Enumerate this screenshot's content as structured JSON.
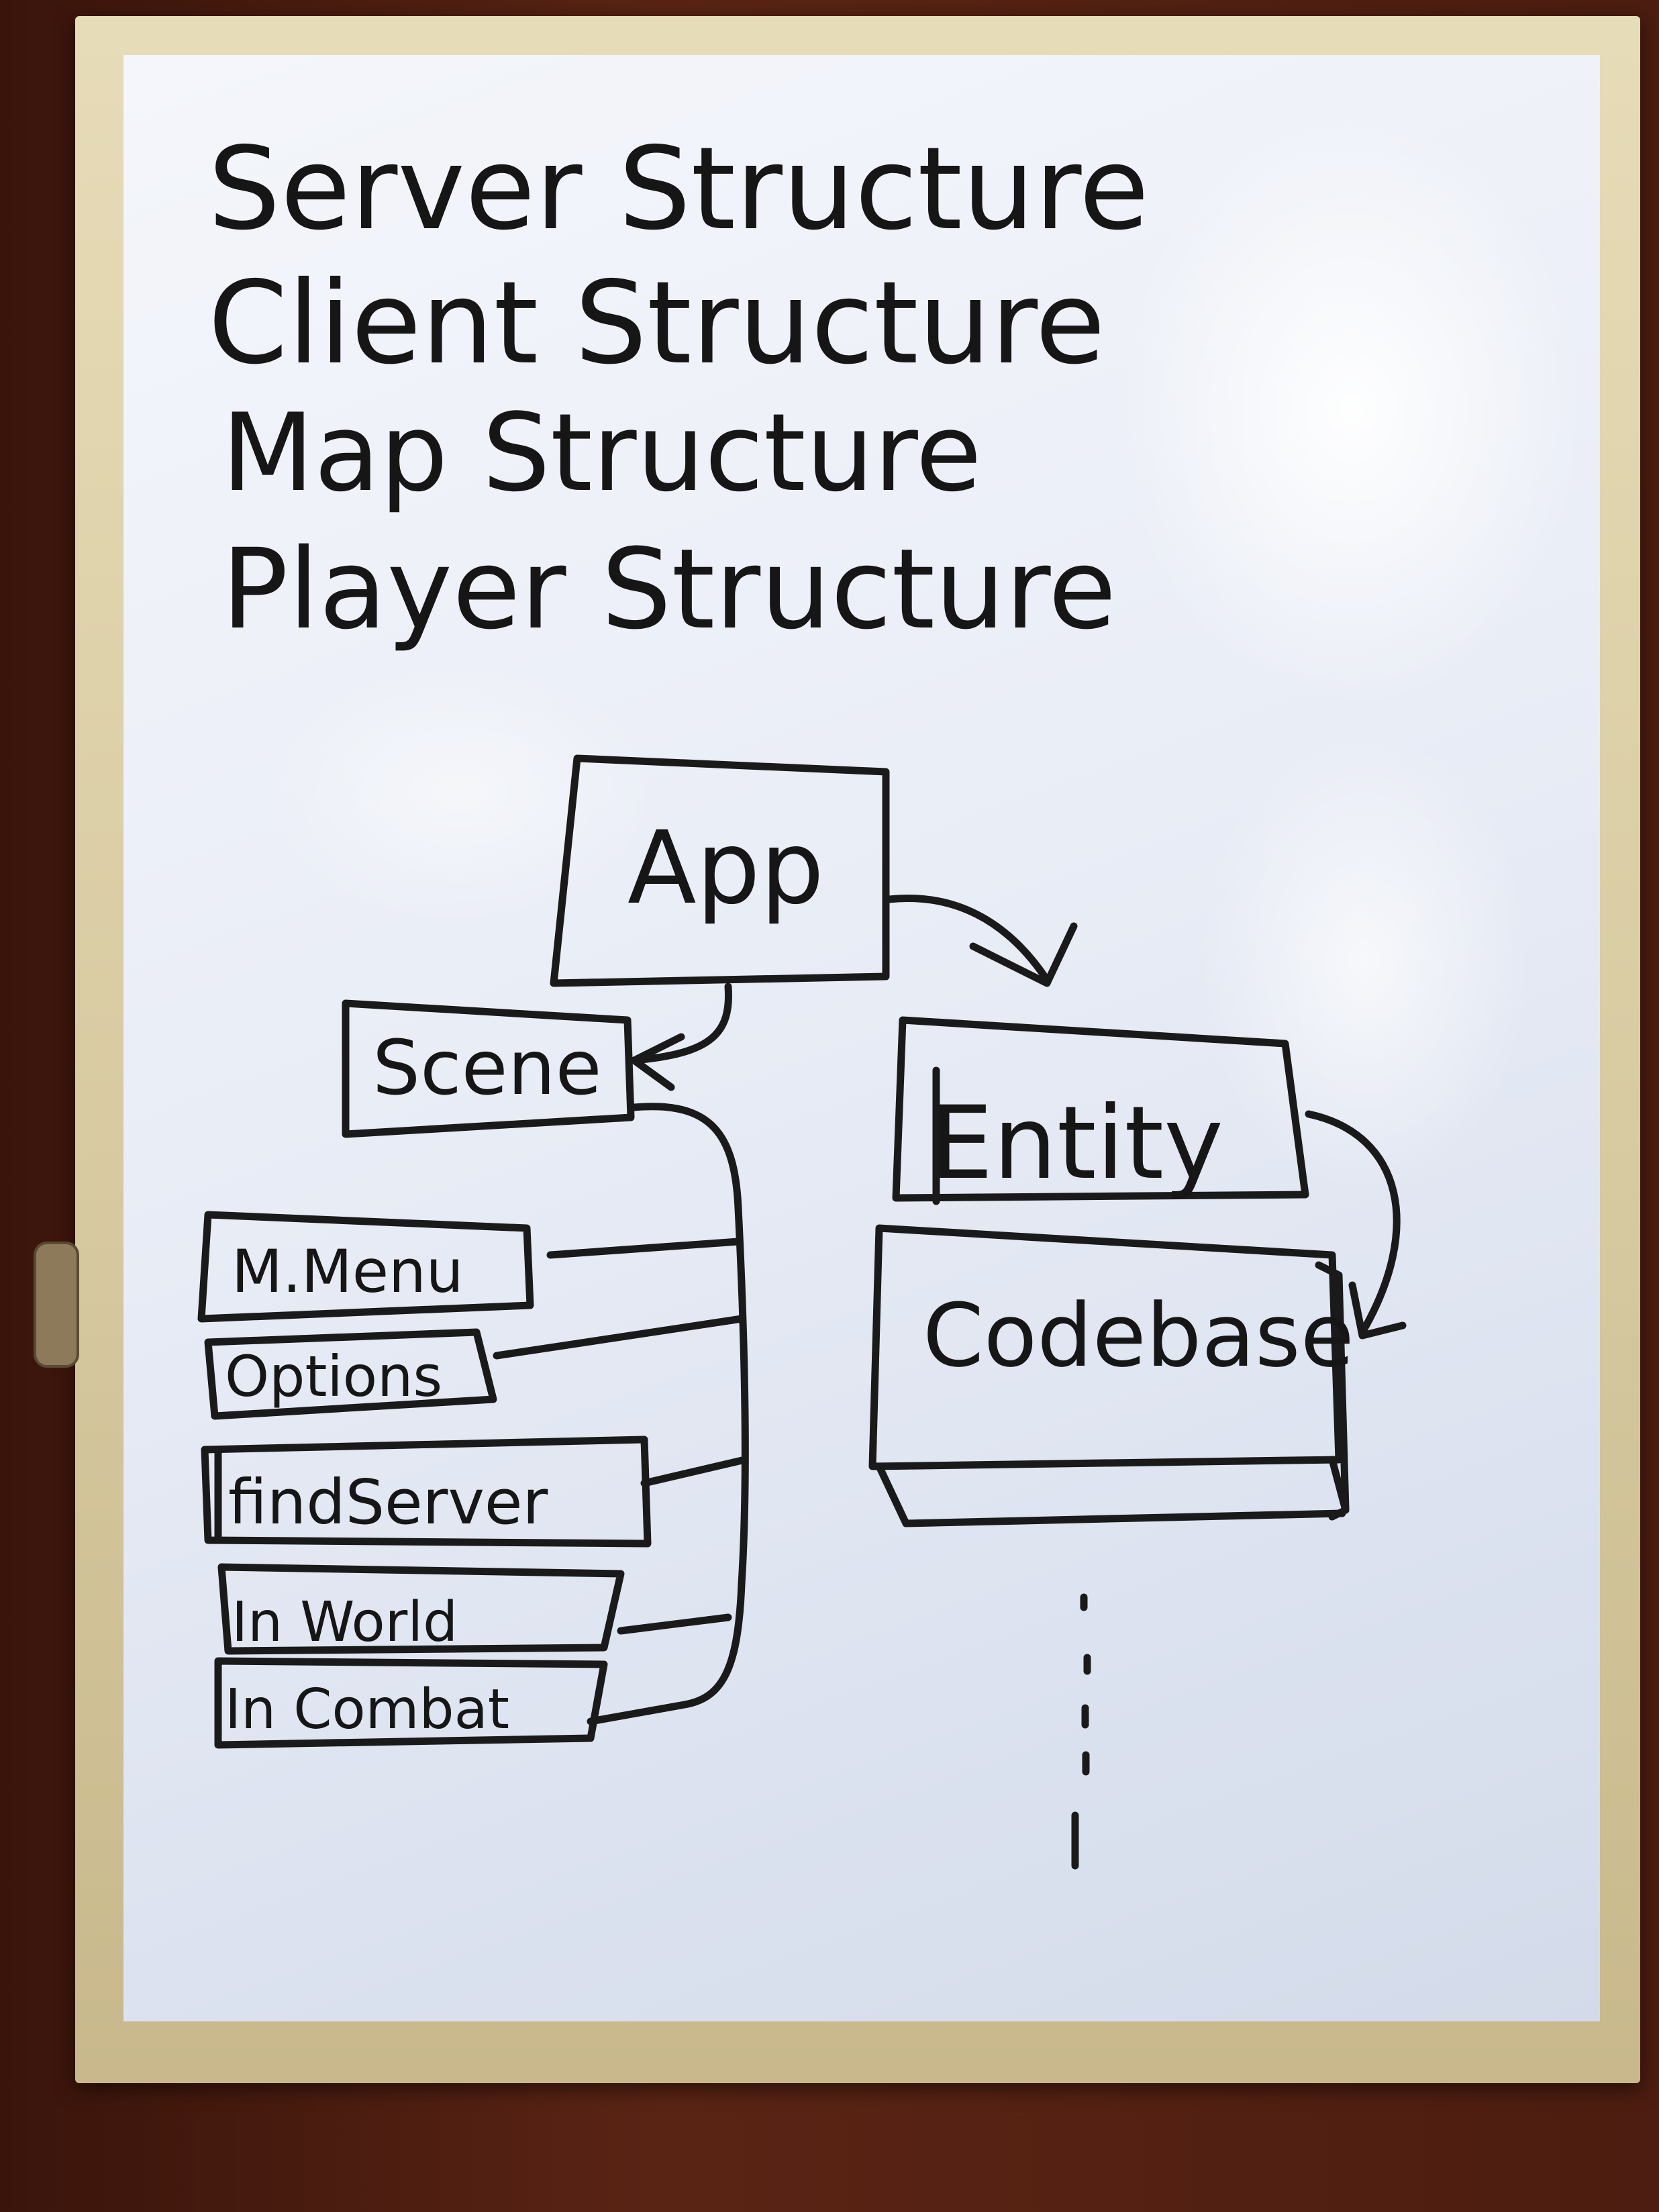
{
  "title_lines": [
    "Server Structure",
    "Client Structure",
    "Map Structure",
    "Player Structure"
  ],
  "diagram": {
    "app": "App",
    "scene": "Scene",
    "entity": "Entity",
    "codebase": "Codebase",
    "scenes": [
      "M.Menu",
      "Options",
      "findServer",
      "In World",
      "In Combat"
    ]
  },
  "colors": {
    "ink": "#161616",
    "board": "#eef1f8",
    "frame": "#ddd0a8"
  }
}
